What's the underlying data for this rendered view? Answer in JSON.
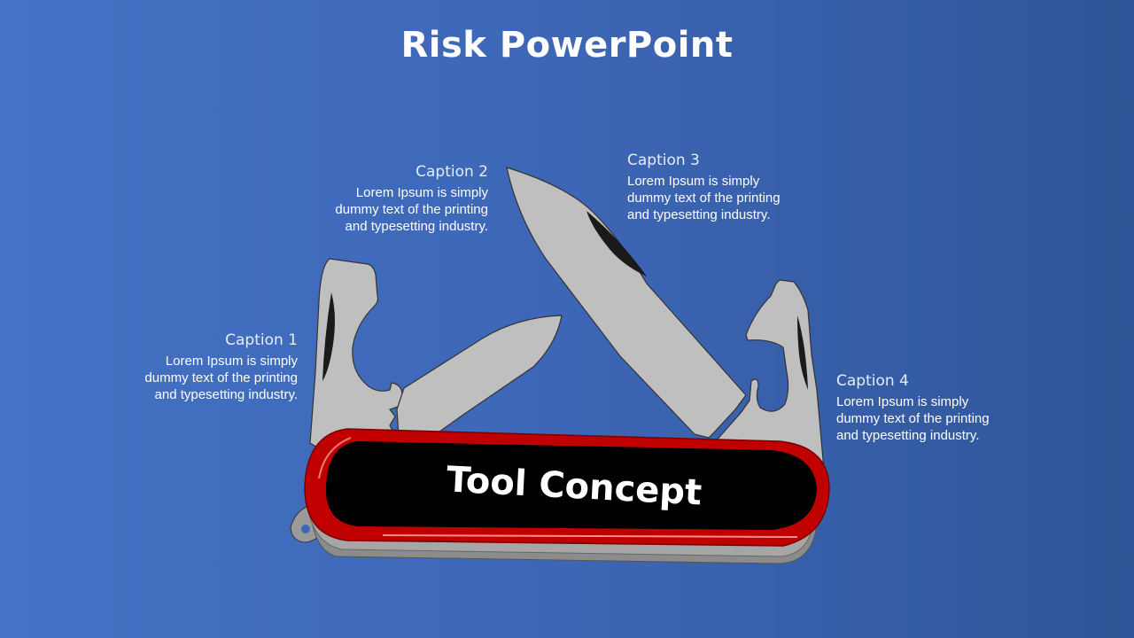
{
  "title": "Risk PowerPoint",
  "knife": {
    "label": "Tool Concept",
    "colors": {
      "handle_red": "#c00000",
      "handle_black": "#000000",
      "blade_gray": "#bfbfbf",
      "background_left": "#4472c4",
      "background_right": "#2f5597"
    }
  },
  "captions": [
    {
      "title": "Caption 1",
      "text": "Lorem Ipsum  is simply dummy  text of the printing and typesetting  industry."
    },
    {
      "title": "Caption 2",
      "text": "Lorem Ipsum  is simply dummy  text of the printing and typesetting  industry."
    },
    {
      "title": "Caption 3",
      "text": "Lorem Ipsum  is simply dummy  text of the printing and typesetting  industry."
    },
    {
      "title": "Caption 4",
      "text": "Lorem Ipsum  is simply dummy  text of the printing and typesetting  industry."
    }
  ]
}
